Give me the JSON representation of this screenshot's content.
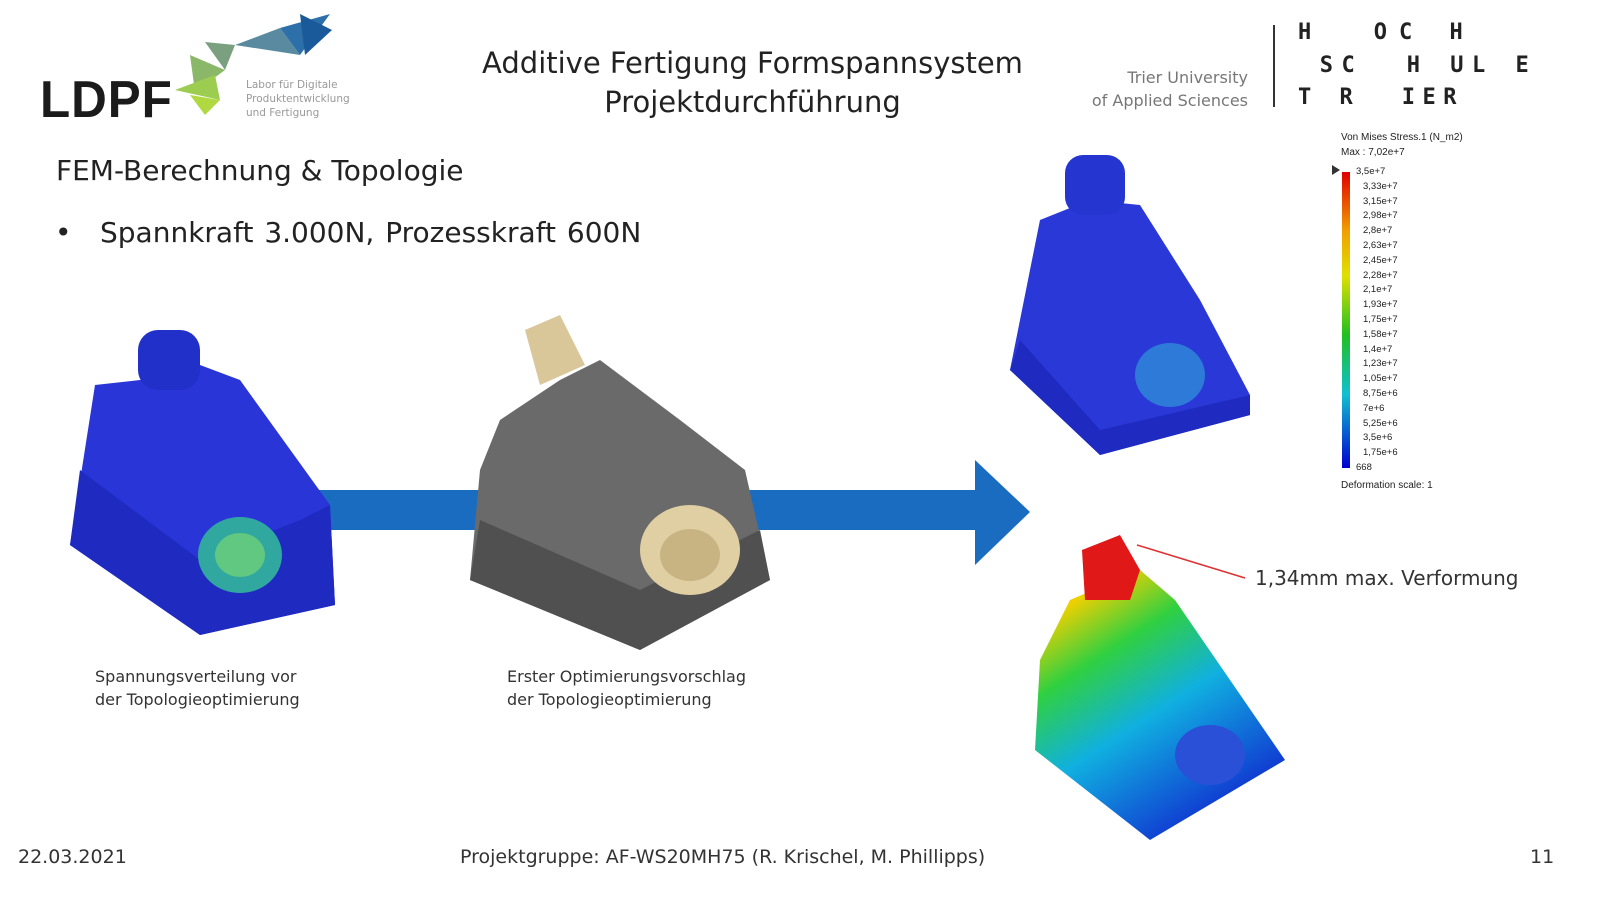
{
  "header": {
    "logo_text": "LDPF",
    "logo_subtitle": [
      "Labor für Digitale",
      "Produktentwicklung",
      "und Fertigung"
    ],
    "title_line1": "Additive Fertigung Formspannsystem",
    "title_line2": "Projektdurchführung",
    "university_line1": "Trier University",
    "university_line2": "of Applied Sciences",
    "hochschule_rows": [
      "H  OC H",
      " SC  H UL E",
      "T R  IER"
    ]
  },
  "content": {
    "heading": "FEM-Berechnung & Topologie",
    "bullet_symbol": "•",
    "bullet_text": "Spannkraft 3.000N,  Prozesskraft 600N",
    "caption_left": [
      "Spannungsverteilung vor",
      "der Topologieoptimierung"
    ],
    "caption_middle": [
      "Erster Optimierungsvorschlag",
      "der Topologieoptimierung"
    ],
    "deformation_annotation": "1,34mm max. Verformung"
  },
  "legend": {
    "title": "Von Mises Stress.1 (N_m2)",
    "max": "Max : 7,02e+7",
    "ticks": [
      "3,5e+7",
      "3,33e+7",
      "3,15e+7",
      "2,98e+7",
      "2,8e+7",
      "2,63e+7",
      "2,45e+7",
      "2,28e+7",
      "2,1e+7",
      "1,93e+7",
      "1,75e+7",
      "1,58e+7",
      "1,4e+7",
      "1,23e+7",
      "1,05e+7",
      "8,75e+6",
      "7e+6",
      "5,25e+6",
      "3,5e+6",
      "1,75e+6",
      "668"
    ],
    "footer": "Deformation scale: 1"
  },
  "footer": {
    "date": "22.03.2021",
    "group": "Projektgruppe: AF-WS20MH75 (R. Krischel, M. Phillipps)",
    "page": "11"
  },
  "colors": {
    "arrow": "#1a6cc0",
    "model_blue": "#2a3fd6",
    "annotation_line": "#e03030"
  }
}
